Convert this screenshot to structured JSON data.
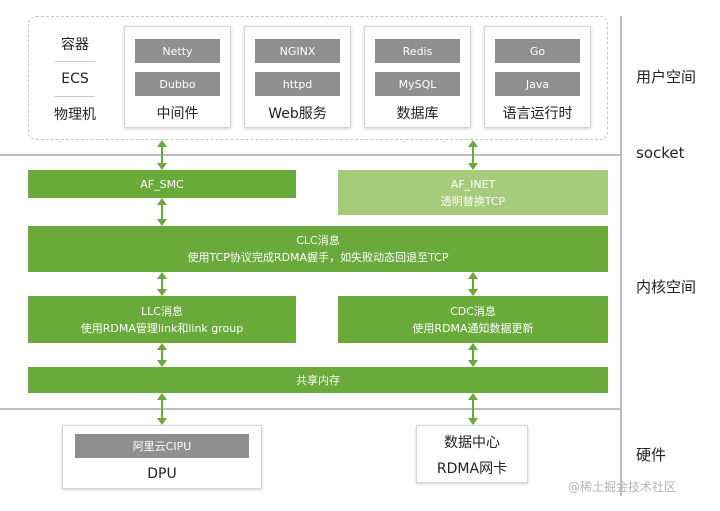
{
  "user_space": {
    "left_list": [
      "容器",
      "ECS",
      "物理机"
    ],
    "groups": [
      {
        "items": [
          "Netty",
          "Dubbo"
        ],
        "label": "中间件"
      },
      {
        "items": [
          "NGINX",
          "httpd"
        ],
        "label": "Web服务"
      },
      {
        "items": [
          "Redis",
          "MySQL"
        ],
        "label": "数据库"
      },
      {
        "items": [
          "Go",
          "Java"
        ],
        "label": "语言运行时"
      }
    ]
  },
  "kernel": {
    "af_smc": "AF_SMC",
    "af_inet": {
      "title": "AF_INET",
      "desc": "透明替换TCP"
    },
    "clc": {
      "title": "CLC消息",
      "desc": "使用TCP协议完成RDMA握手，如失败动态回退至TCP"
    },
    "llc": {
      "title": "LLC消息",
      "desc": "使用RDMA管理link和link group"
    },
    "cdc": {
      "title": "CDC消息",
      "desc": "使用RDMA通知数据更新"
    },
    "shared": "共享内存"
  },
  "hardware": {
    "dpu": {
      "chip": "阿里云CIPU",
      "label": "DPU"
    },
    "rdma": {
      "line1": "数据中心",
      "line2": "RDMA网卡"
    }
  },
  "layers": {
    "user": "用户空间",
    "socket": "socket",
    "kernel": "内核空间",
    "hardware": "硬件"
  },
  "watermark": "@稀土掘金技术社区"
}
